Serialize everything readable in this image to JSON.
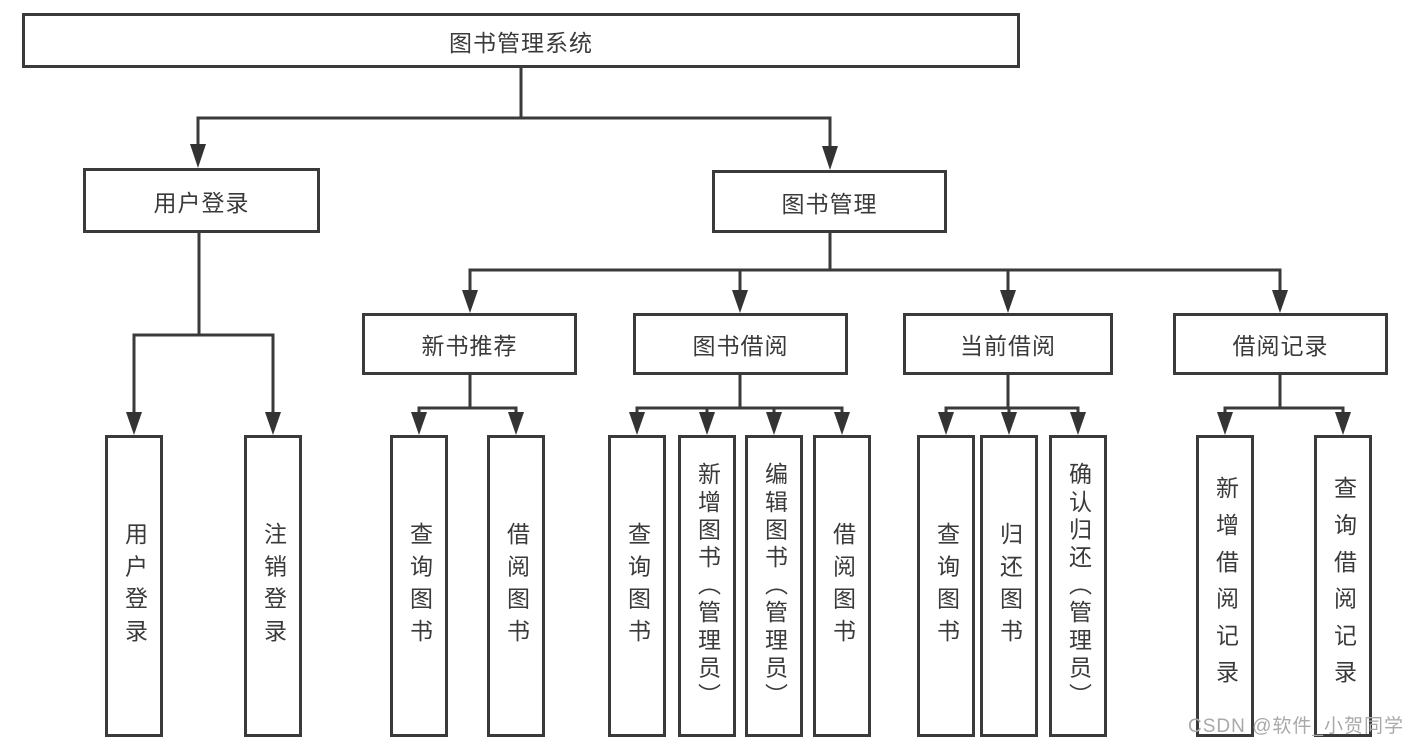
{
  "diagram": {
    "tree": {
      "label": "图书管理系统",
      "children": [
        {
          "label": "用户登录",
          "children": [
            {
              "label": "用户登录"
            },
            {
              "label": "注销登录"
            }
          ]
        },
        {
          "label": "图书管理",
          "children": [
            {
              "label": "新书推荐",
              "children": [
                {
                  "label": "查询图书"
                },
                {
                  "label": "借阅图书"
                }
              ]
            },
            {
              "label": "图书借阅",
              "children": [
                {
                  "label": "查询图书"
                },
                {
                  "label": "新增图书（管理员）"
                },
                {
                  "label": "编辑图书（管理员）"
                },
                {
                  "label": "借阅图书"
                }
              ]
            },
            {
              "label": "当前借阅",
              "children": [
                {
                  "label": "查询图书"
                },
                {
                  "label": "归还图书"
                },
                {
                  "label": "确认归还（管理员）"
                }
              ]
            },
            {
              "label": "借阅记录",
              "children": [
                {
                  "label": "新增借阅记录"
                },
                {
                  "label": "查询借阅记录"
                }
              ]
            }
          ]
        }
      ]
    },
    "colors": {
      "line": "#3a3a3a",
      "text": "#3a3a3a",
      "background": "#ffffff",
      "watermark": "#a9a9ad"
    }
  },
  "watermark": {
    "text": "CSDN @软件_小贺同学"
  }
}
